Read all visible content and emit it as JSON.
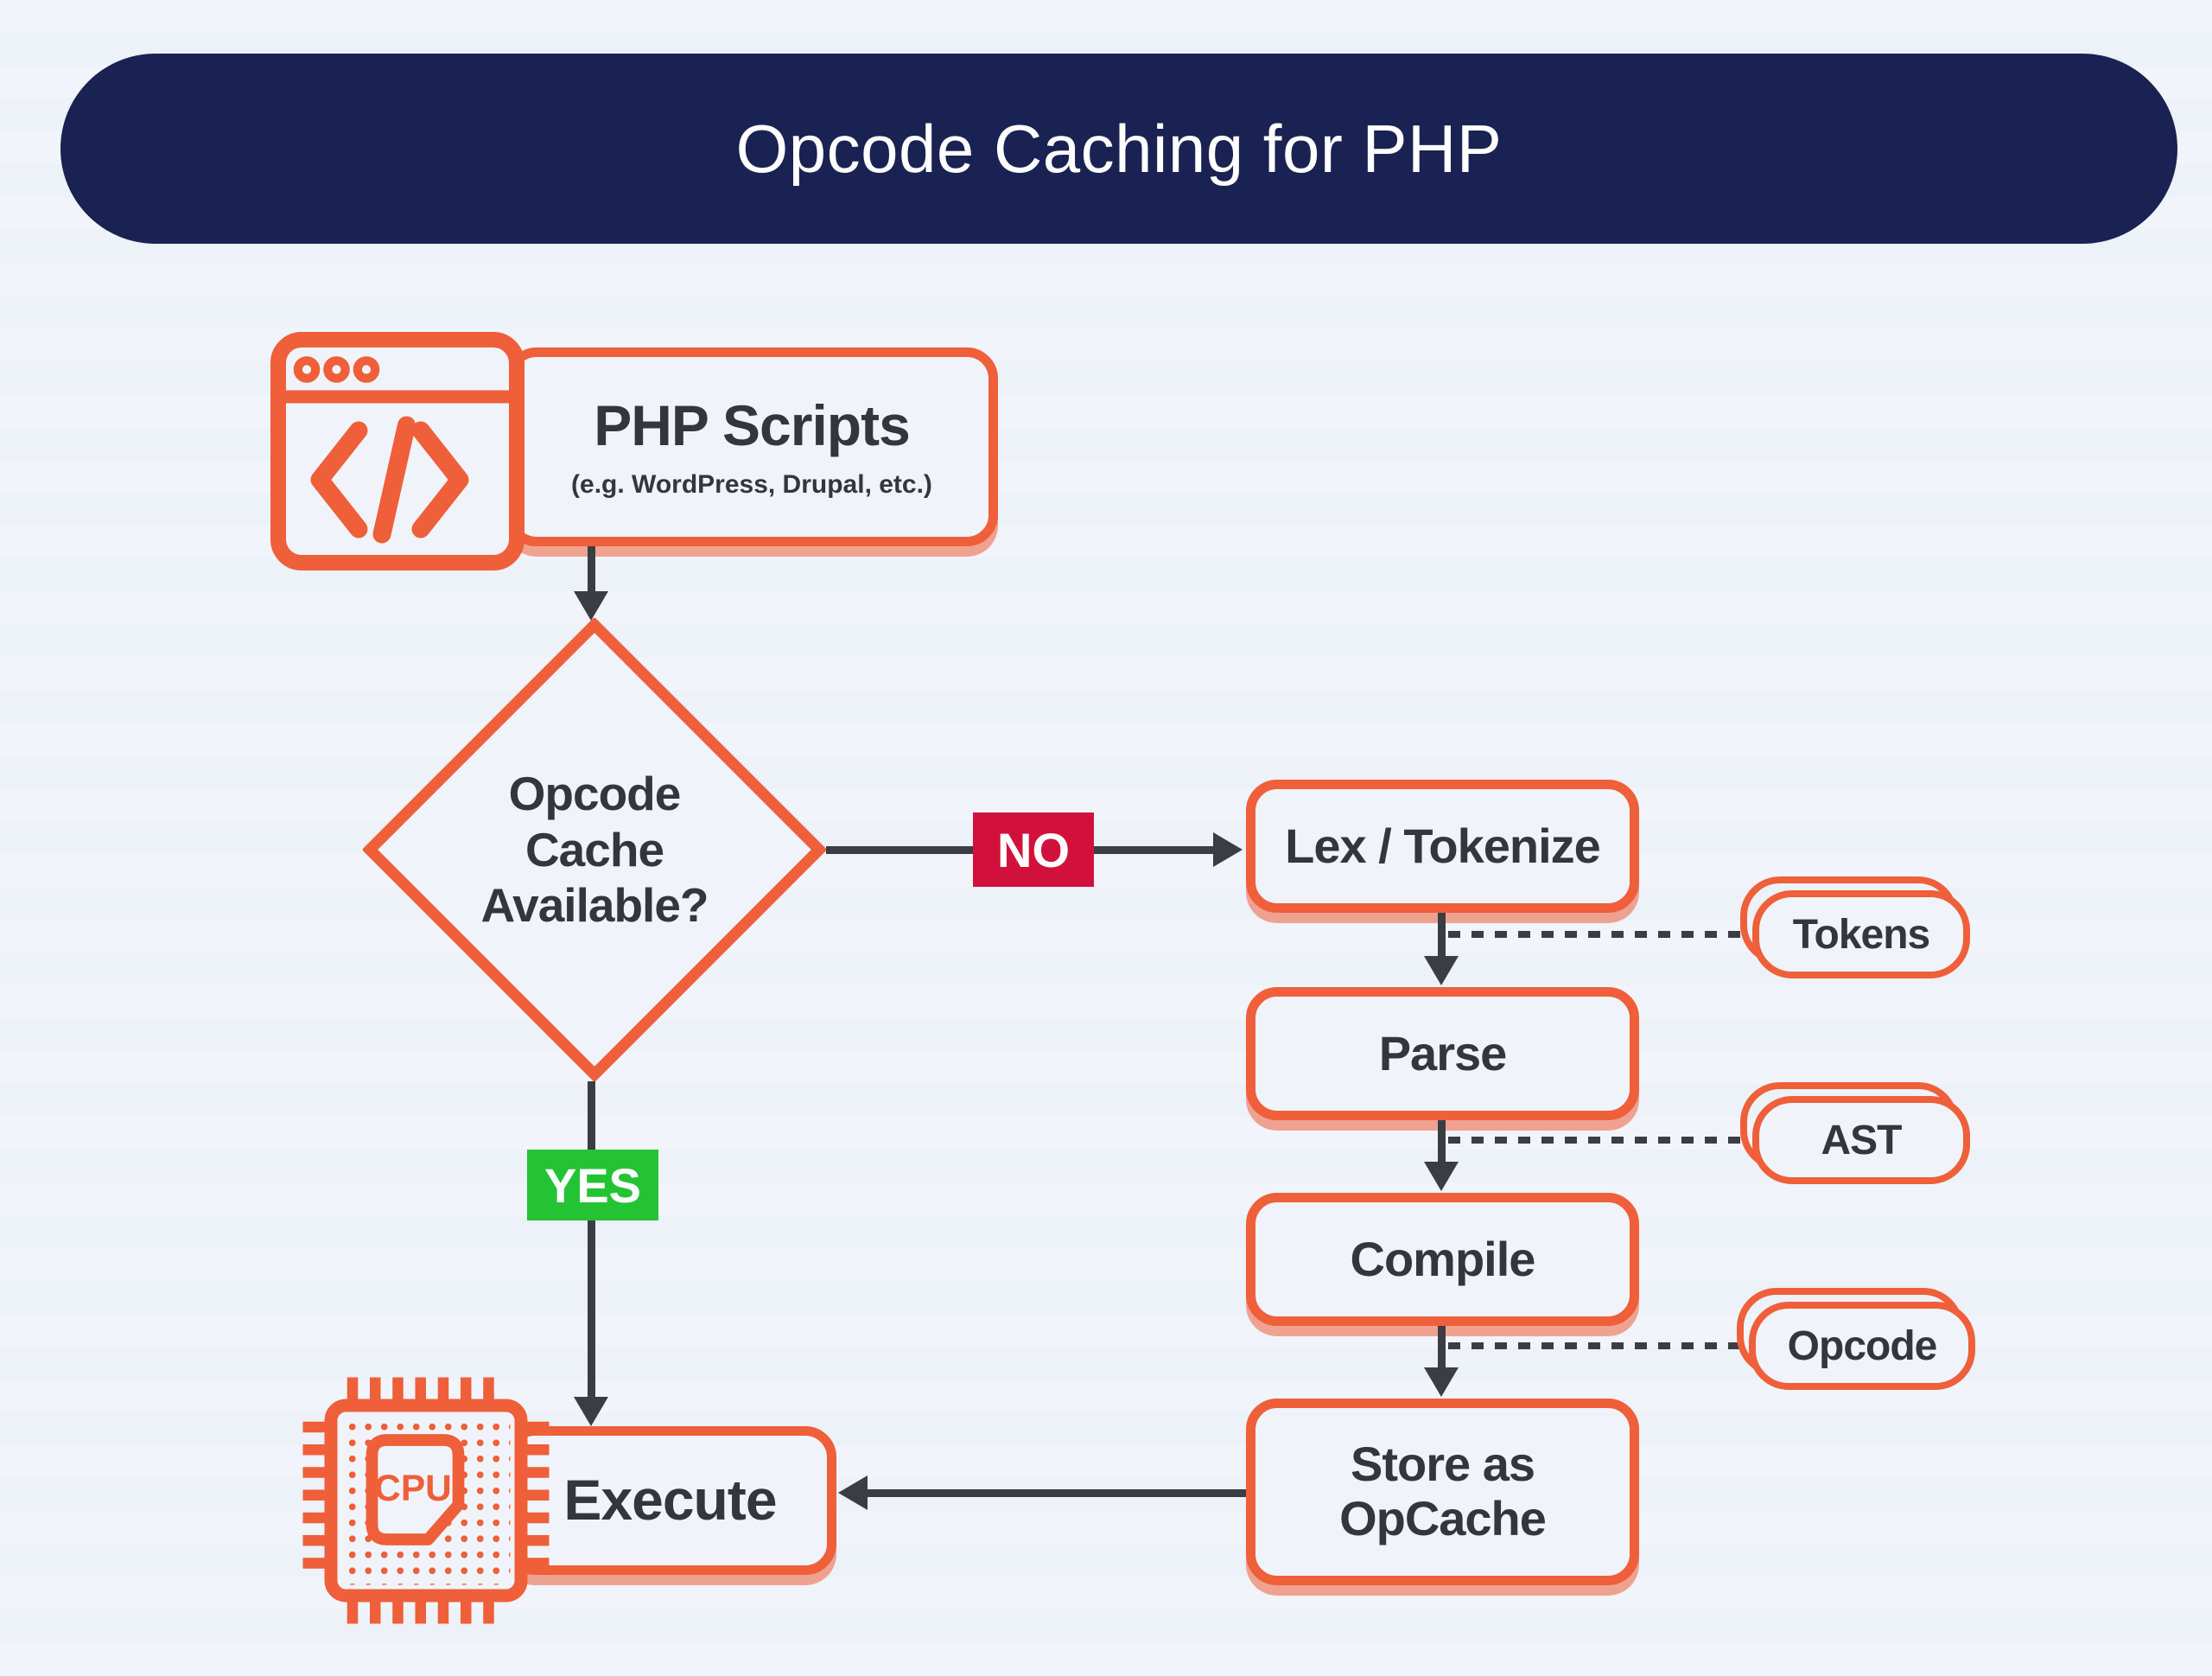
{
  "header": {
    "title": "Opcode Caching for PHP"
  },
  "nodes": {
    "php": {
      "label": "PHP Scripts",
      "sublabel": "(e.g. WordPress, Drupal, etc.)"
    },
    "decision": {
      "lines": [
        "Opcode",
        "Cache",
        "Available?"
      ]
    },
    "lex": {
      "label": "Lex / Tokenize"
    },
    "parse": {
      "label": "Parse"
    },
    "compile": {
      "label": "Compile"
    },
    "store": {
      "lines": [
        "Store as",
        "OpCache"
      ]
    },
    "execute": {
      "label": "Execute"
    },
    "cpu": {
      "label": "CPU"
    }
  },
  "edges": {
    "no": "NO",
    "yes": "YES"
  },
  "artifacts": [
    {
      "label": "Tokens"
    },
    {
      "label": "AST"
    },
    {
      "label": "Opcode"
    }
  ],
  "icons": [
    "code-window-icon",
    "cpu-chip-icon"
  ],
  "colors": {
    "accent_orange": "#EE5F3A",
    "banner_navy": "#192252",
    "no_badge_red": "#D1113C",
    "yes_badge_green": "#24C334",
    "text_dark": "#33363D",
    "arrow_gray": "#3A3D43",
    "background": "#EDF1F8"
  }
}
